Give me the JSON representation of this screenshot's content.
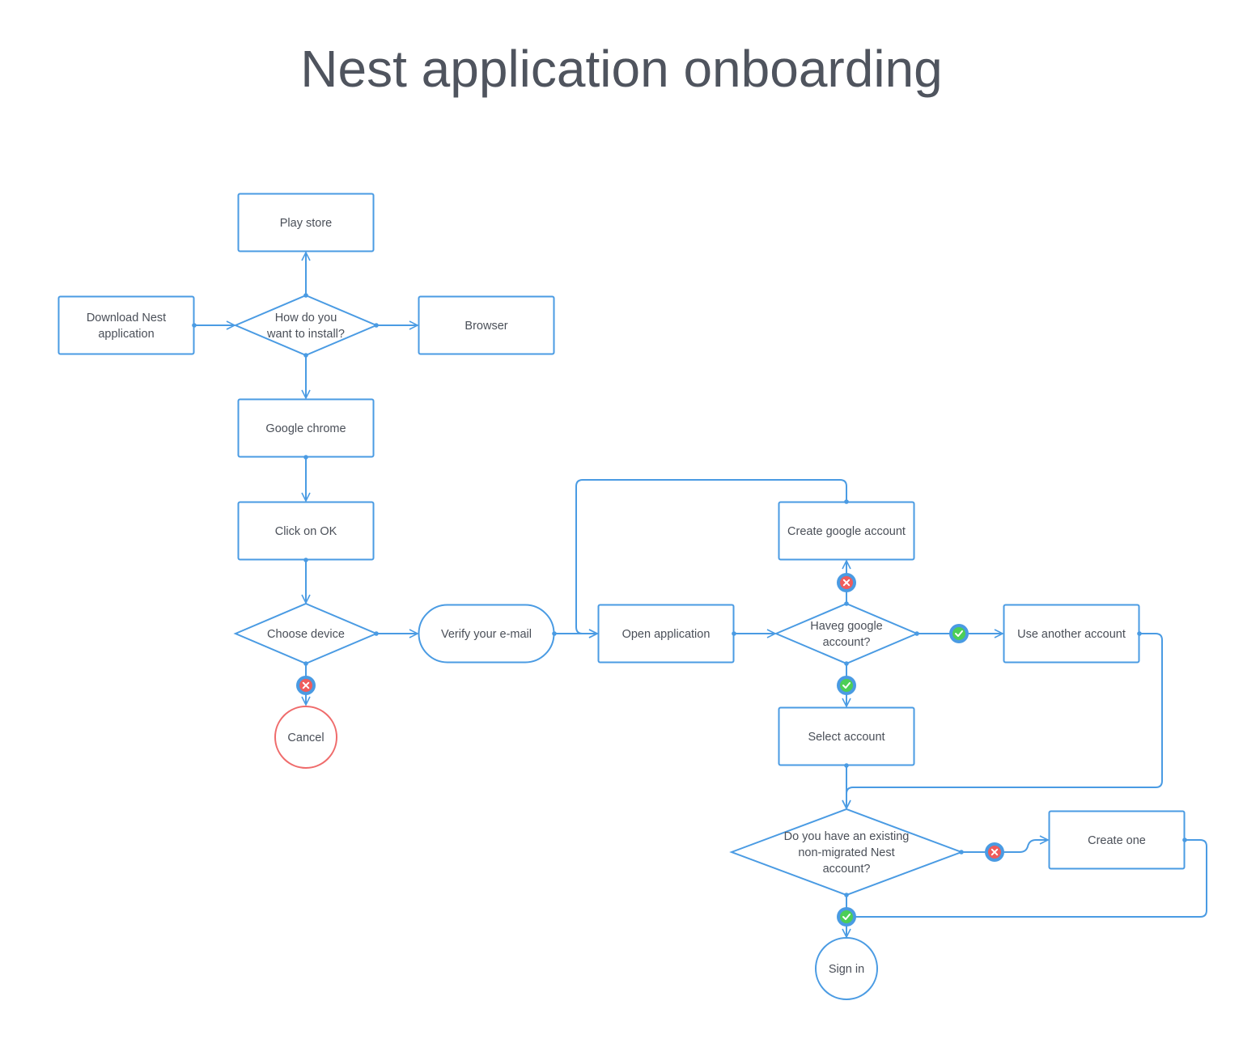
{
  "title": "Nest application onboarding",
  "colors": {
    "line": "#4a9be3",
    "yes": "#4cce56",
    "no": "#ef5c5c",
    "cancel_stroke": "#ef6b6b",
    "text": "#4a4f58"
  },
  "nodes": {
    "play_store": {
      "lines": [
        "Play store"
      ]
    },
    "download_nest": {
      "lines": [
        "Download Nest",
        "application"
      ]
    },
    "install_question": {
      "lines": [
        "How do you",
        "want to install?"
      ]
    },
    "browser": {
      "lines": [
        "Browser"
      ]
    },
    "google_chrome": {
      "lines": [
        "Google chrome"
      ]
    },
    "click_ok": {
      "lines": [
        "Click on OK"
      ]
    },
    "choose_device": {
      "lines": [
        "Choose device"
      ]
    },
    "cancel": {
      "lines": [
        "Cancel"
      ]
    },
    "verify_email": {
      "lines": [
        "Verify your e-mail"
      ]
    },
    "open_application": {
      "lines": [
        "Open application"
      ]
    },
    "create_google_account": {
      "lines": [
        "Create google account"
      ]
    },
    "have_google_account": {
      "lines": [
        "Haveg google",
        "account?"
      ]
    },
    "use_another_account": {
      "lines": [
        "Use another account"
      ]
    },
    "select_account": {
      "lines": [
        "Select account"
      ]
    },
    "existing_nest_account": {
      "lines": [
        "Do you have an existing",
        "non-migrated Nest",
        "account?"
      ]
    },
    "create_one": {
      "lines": [
        "Create one"
      ]
    },
    "sign_in": {
      "lines": [
        "Sign in"
      ]
    }
  },
  "badges": {
    "no": {
      "icon": "x-icon",
      "glyph": "✕"
    },
    "yes": {
      "icon": "check-icon",
      "glyph": "✓"
    }
  }
}
